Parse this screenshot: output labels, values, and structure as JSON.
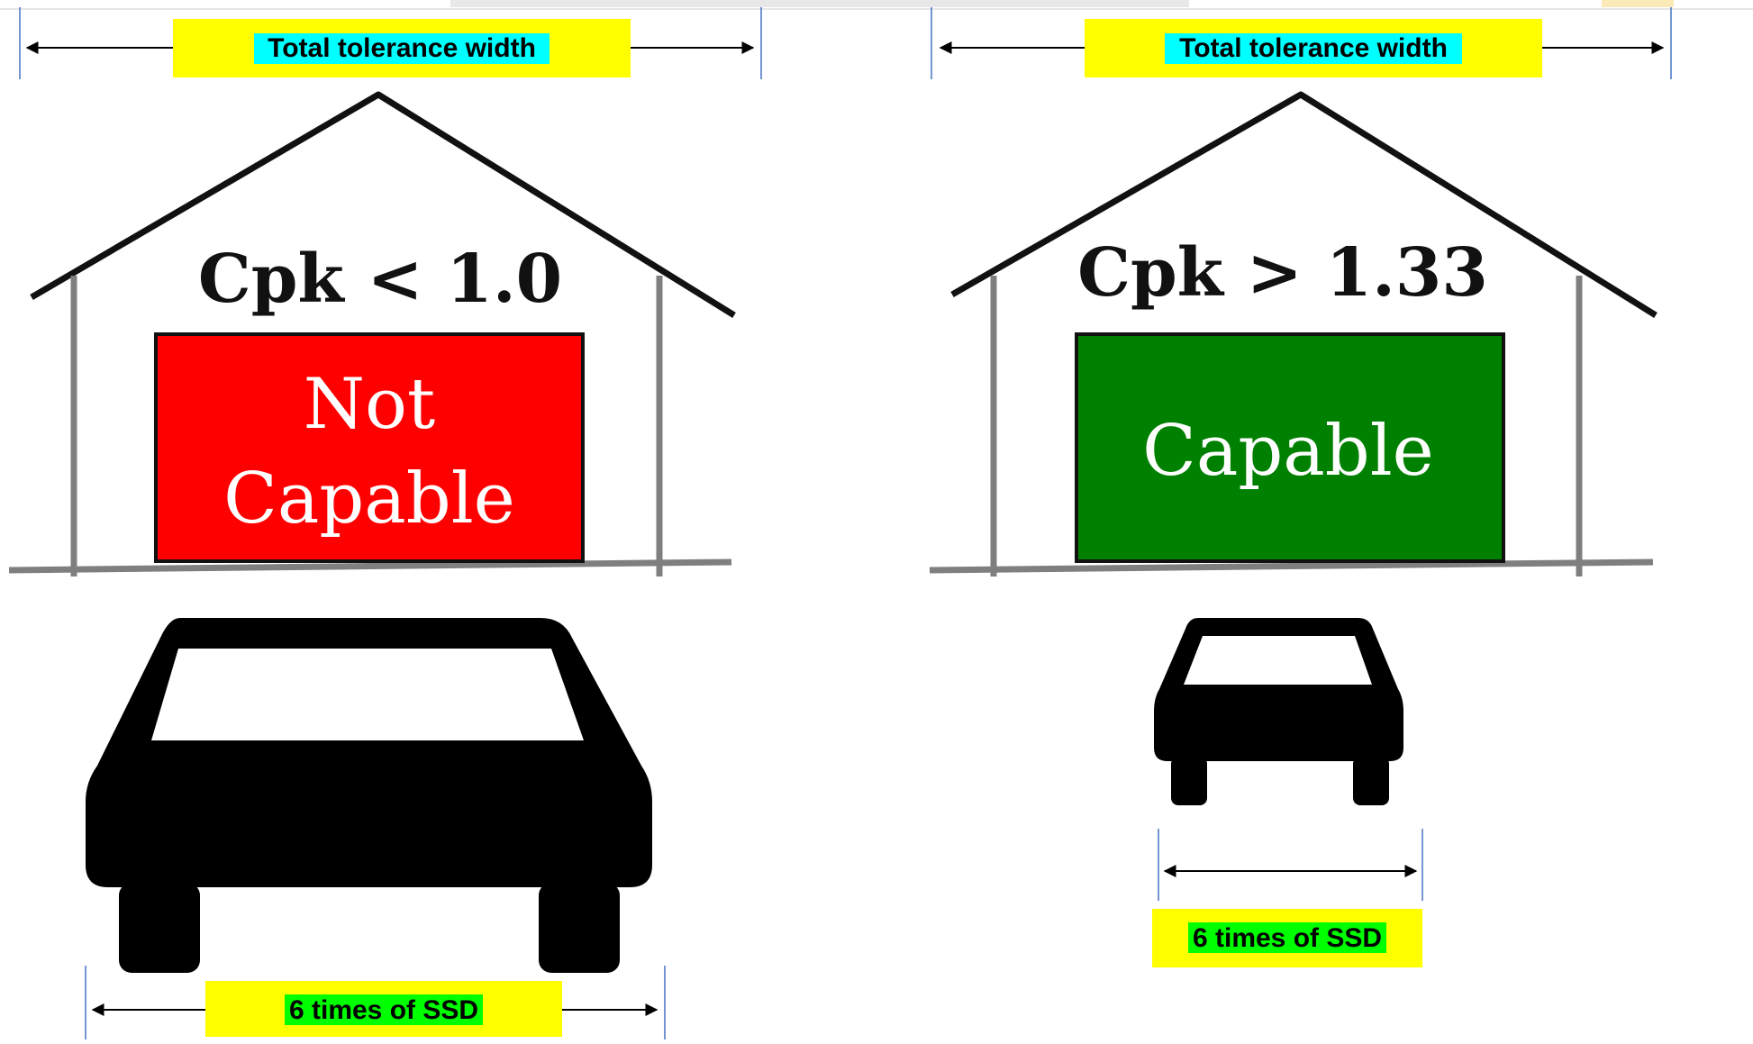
{
  "labels": {
    "tolerance_left": "Total tolerance width",
    "tolerance_right": "Total tolerance width",
    "ssd_left": "6 times of SSD",
    "ssd_right": "6 times of SSD"
  },
  "houses": {
    "left": {
      "cpk_text": "Cpk < 1.0",
      "door_line1": "Not",
      "door_line2": "Capable",
      "door_color": "#ff0000"
    },
    "right": {
      "cpk_text": "Cpk > 1.33",
      "door_line1": "Capable",
      "door_color": "#008000"
    }
  },
  "colors": {
    "label_box": "#ffff00",
    "tolerance_highlight": "#00ffff",
    "ssd_highlight": "#00ff00"
  }
}
